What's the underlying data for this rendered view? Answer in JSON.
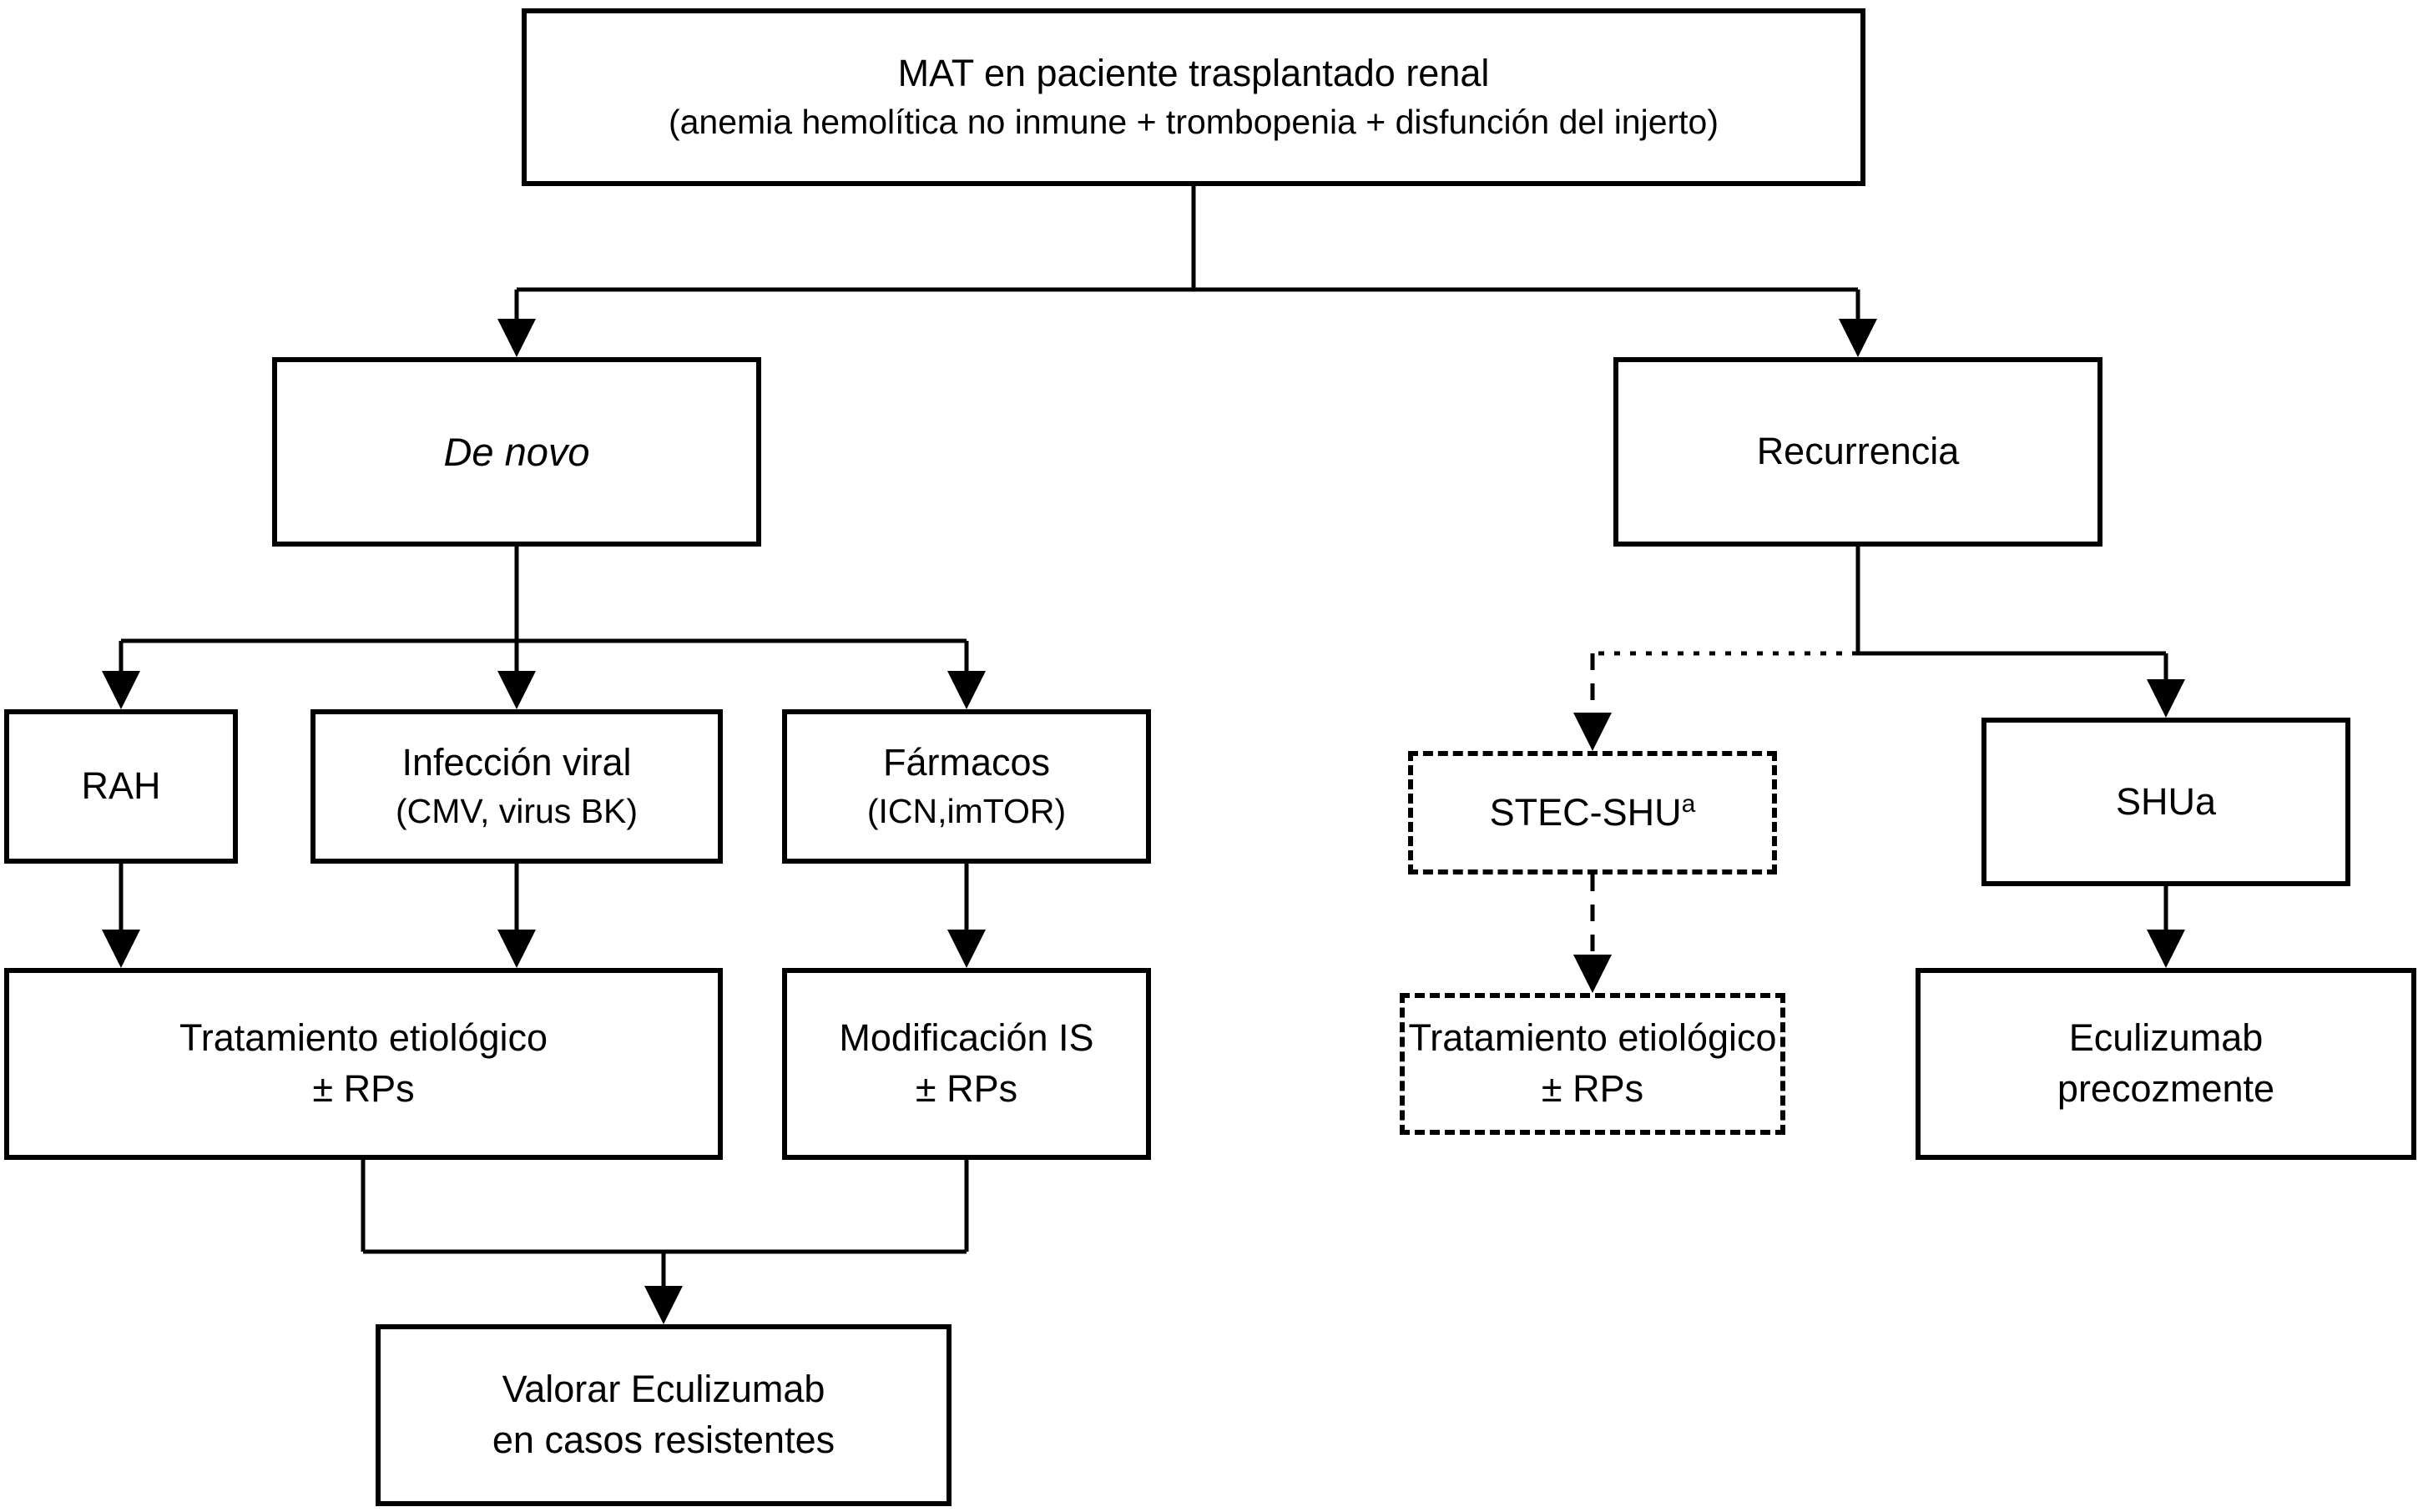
{
  "colors": {
    "stroke": "#000000",
    "background": "#ffffff",
    "text": "#000000"
  },
  "nodes": {
    "root": {
      "line1": "MAT en paciente trasplantado renal",
      "line2": "(anemia hemolítica no inmune + trombopenia + disfunción del injerto)"
    },
    "de_novo": {
      "label": "De novo"
    },
    "recurrencia": {
      "label": "Recurrencia"
    },
    "rah": {
      "label": "RAH"
    },
    "infeccion_viral": {
      "line1": "Infección viral",
      "line2": "(CMV, virus BK)"
    },
    "farmacos": {
      "line1": "Fármacos",
      "line2": "(ICN,imTOR)"
    },
    "tratamiento_de_novo": {
      "line1": "Tratamiento etiológico",
      "line2": "± RPs"
    },
    "modificacion_is": {
      "line1": "Modificación IS",
      "line2": "± RPs"
    },
    "stec_shu": {
      "label": "STEC-SHU",
      "sup": "a"
    },
    "shua": {
      "label": "SHUa"
    },
    "tratamiento_stec": {
      "line1": "Tratamiento etiológico",
      "line2": "± RPs"
    },
    "eculizumab_precoz": {
      "line1": "Eculizumab",
      "line2": "precozmente"
    },
    "valorar_eculizumab": {
      "line1": "Valorar Eculizumab",
      "line2": "en casos resistentes"
    }
  }
}
